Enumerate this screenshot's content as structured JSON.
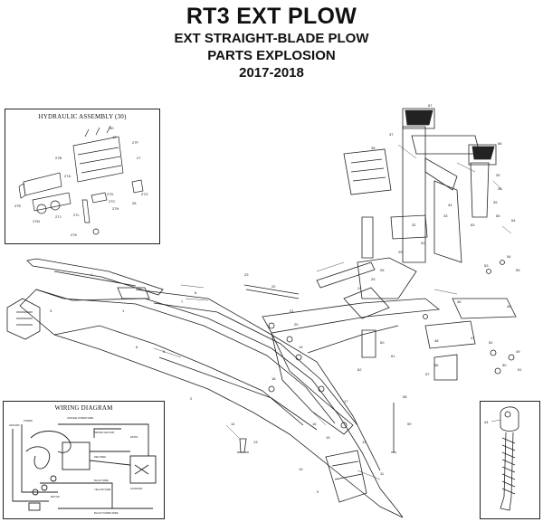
{
  "header": {
    "title": "RT3 EXT PLOW",
    "subtitle1": "EXT STRAIGHT-BLADE PLOW",
    "subtitle2": "PARTS EXPLOSION",
    "years": "2017-2018"
  },
  "hydraulic_inset": {
    "title": "HYDRAULIC ASSEMBLY (30)",
    "labels": [
      "40",
      "42",
      "27F",
      "27",
      "27B",
      "27A",
      "27D",
      "27C",
      "27H",
      "27E",
      "27G",
      "28",
      "27K",
      "27L",
      "27J",
      "27M"
    ]
  },
  "wiring_inset": {
    "title": "WIRING DIAGRAM",
    "labels": [
      "ORANGE POWER WIRE",
      "BROWN GROUND",
      "GROUND",
      "POWER",
      "RED WIRE",
      "BLACK WIRE",
      "YELLOW WIRE",
      "WHITE",
      "BLACK POWER WIRE",
      "SOLENOID",
      "MOTOR"
    ]
  },
  "joystick_inset": {
    "labels": [
      "44"
    ]
  },
  "callouts": [
    "67",
    "66",
    "37",
    "38",
    "39",
    "36",
    "35",
    "34",
    "33",
    "32",
    "31",
    "29",
    "26",
    "25",
    "24",
    "23",
    "22",
    "21",
    "20",
    "19",
    "18",
    "17",
    "16",
    "15",
    "14",
    "13",
    "12",
    "11",
    "10",
    "9",
    "8",
    "7",
    "6",
    "5",
    "4",
    "3",
    "2",
    "1",
    "45",
    "46",
    "47",
    "48",
    "49",
    "50",
    "51",
    "52",
    "53",
    "54",
    "55",
    "56",
    "57",
    "58",
    "59",
    "60",
    "61",
    "62",
    "63",
    "64",
    "65"
  ]
}
